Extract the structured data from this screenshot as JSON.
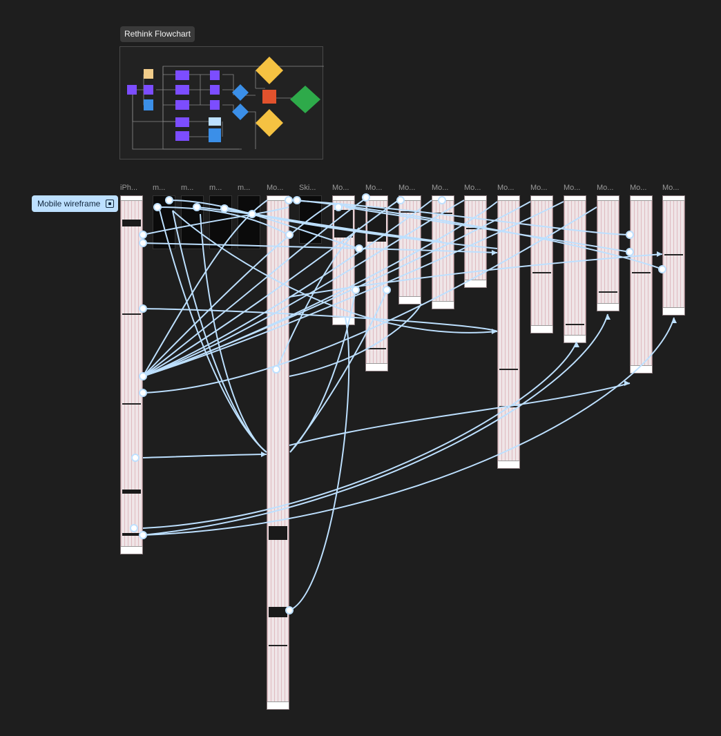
{
  "chip": {
    "title": "Rethink Flowchart"
  },
  "section": {
    "label": "Mobile wireframe",
    "icon": "frame-icon"
  },
  "colors": {
    "connector": "#bde0ff",
    "purple": "#7c4dff",
    "blue": "#3b8fe8",
    "yellow": "#f5c242",
    "red": "#e2522d",
    "green": "#2eaa4a"
  },
  "frames": [
    {
      "label": "iPh..."
    },
    {
      "label": "m..."
    },
    {
      "label": "m..."
    },
    {
      "label": "m..."
    },
    {
      "label": "m..."
    },
    {
      "label": "Mo..."
    },
    {
      "label": "Ski..."
    },
    {
      "label": "Mo..."
    },
    {
      "label": "Mo..."
    },
    {
      "label": "Mo..."
    },
    {
      "label": "Mo..."
    },
    {
      "label": "Mo..."
    },
    {
      "label": "Mo..."
    },
    {
      "label": "Mo..."
    },
    {
      "label": "Mo..."
    },
    {
      "label": "Mo..."
    },
    {
      "label": "Mo..."
    },
    {
      "label": "Mo..."
    }
  ]
}
